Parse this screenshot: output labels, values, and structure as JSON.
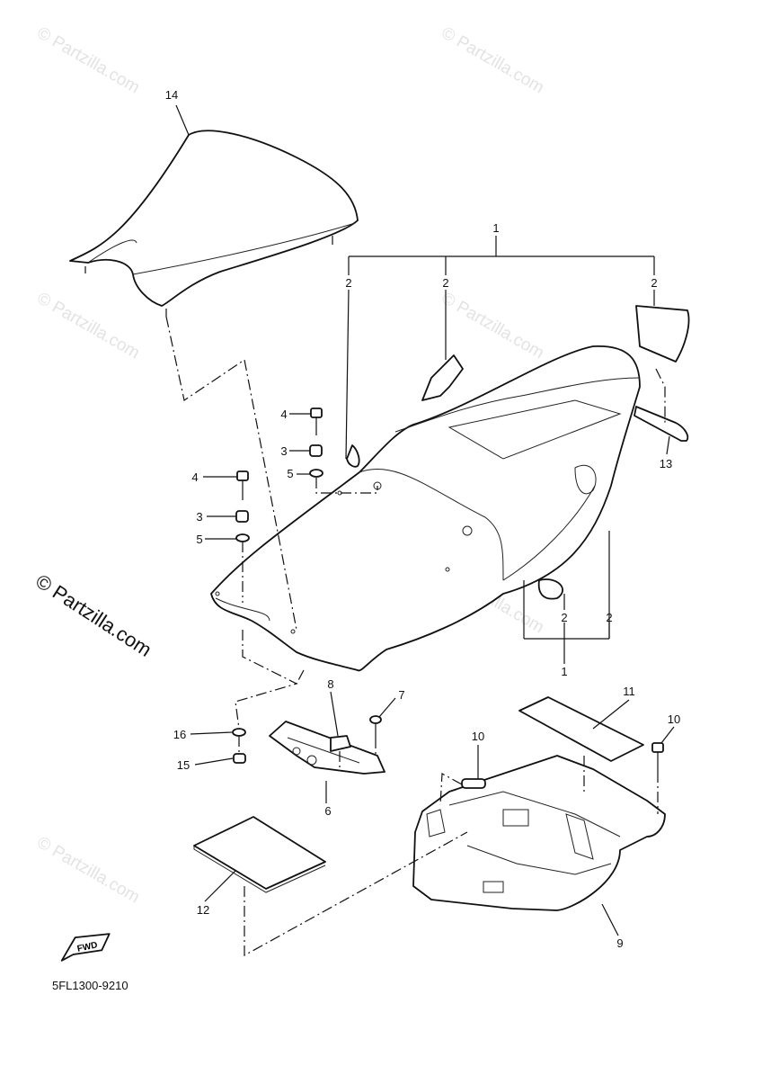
{
  "diagram": {
    "code": "5FL1300-9210",
    "watermark": "© Partzilla.com",
    "fwd_label": "FWD",
    "callouts": {
      "c1_top": "1",
      "c1_bottom": "1",
      "c2_a": "2",
      "c2_b": "2",
      "c2_c": "2",
      "c2_d": "2",
      "c2_e": "2",
      "c3_a": "3",
      "c3_b": "3",
      "c4_a": "4",
      "c4_b": "4",
      "c5_a": "5",
      "c5_b": "5",
      "c6": "6",
      "c7": "7",
      "c8": "8",
      "c9": "9",
      "c10_a": "10",
      "c10_b": "10",
      "c11": "11",
      "c12": "12",
      "c13": "13",
      "c14": "14",
      "c15": "15",
      "c16": "16"
    }
  }
}
